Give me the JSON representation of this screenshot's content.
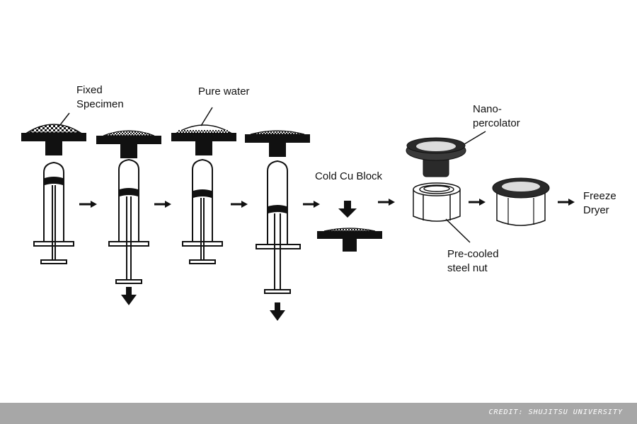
{
  "labels": {
    "fixed_specimen": [
      "Fixed",
      "Specimen"
    ],
    "pure_water": "Pure water",
    "cold_cu_block": "Cold Cu Block",
    "nano_percolator": [
      "Nano-",
      "percolator"
    ],
    "freeze_dryer": [
      "Freeze",
      "Dryer"
    ],
    "pre_cooled_nut": [
      "Pre-cooled",
      "steel nut"
    ]
  },
  "credit": "CREDIT: SHUJITSU UNIVERSITY",
  "colors": {
    "ink": "#111111",
    "footer": "#a7a7a7",
    "credit_text": "#ffffff",
    "membrane": "#dcdcdc"
  },
  "icons": {
    "syringe": "syringe-icon",
    "filter_holder": "filter-holder-icon",
    "down_arrow": "down-arrow-icon",
    "right_arrow": "right-arrow-icon",
    "steel_nut": "steel-nut-icon",
    "nano_percolator": "nano-percolator-icon"
  }
}
